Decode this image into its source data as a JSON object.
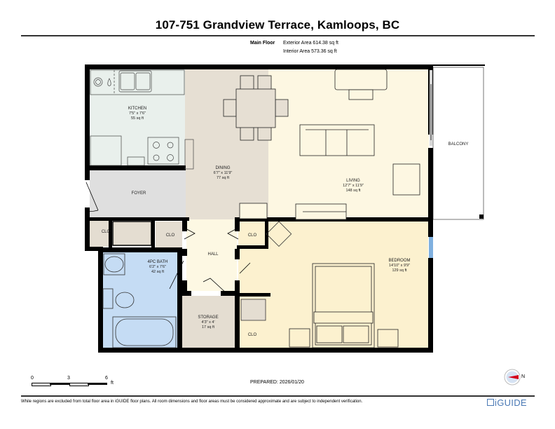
{
  "header": {
    "title": "107-751 Grandview Terrace, Kamloops, BC",
    "floor_name": "Main Floor",
    "exterior_area": "Exterior Area 614.38 sq ft",
    "interior_area": "Interior Area 573.36 sq ft"
  },
  "rooms": [
    {
      "name": "KITCHEN",
      "dims": "7'5\" x 7'6\"",
      "area": "55 sq ft",
      "color": "#e9f0ec"
    },
    {
      "name": "DINING",
      "dims": "6'7\" x 11'9\"",
      "area": "77 sq ft",
      "color": "#e6dfd3"
    },
    {
      "name": "LIVING",
      "dims": "12'7\" x 11'9\"",
      "area": "148 sq ft",
      "color": "#fdf7e2"
    },
    {
      "name": "BALCONY",
      "color": "#ffffff"
    },
    {
      "name": "FOYER",
      "color": "#dfdfdf"
    },
    {
      "name": "CLO",
      "color": "#e4ddd1"
    },
    {
      "name": "CLO",
      "color": "#e4ddd1"
    },
    {
      "name": "CLO",
      "color": "#e4ddd1"
    },
    {
      "name": "CLO",
      "color": "#e4ddd1"
    },
    {
      "name": "HALL",
      "color": "#fdf8e3"
    },
    {
      "name": "4PC BATH",
      "dims": "6'2\" x 7'6\"",
      "area": "42 sq ft",
      "color": "#c5dcf4"
    },
    {
      "name": "STORAGE",
      "dims": "4'3\" x 4'",
      "area": "17 sq ft",
      "color": "#e4ddd1"
    },
    {
      "name": "BEDROOM",
      "dims": "14'10\" x 9'9\"",
      "area": "129 sq ft",
      "color": "#fcf1cf"
    }
  ],
  "scale": {
    "ticks": [
      "0",
      "3",
      "6"
    ],
    "unit": "ft"
  },
  "footer": {
    "prepared": "PREPARED: 2026/01/20",
    "disclaimer": "While regions are excluded from total floor area in iGUIDE floor plans. All room dimensions and floor areas must be considered approximate and are subject to independent verification.",
    "brand": "iGUIDE",
    "compass_label": "N"
  },
  "colors": {
    "wall": "#000000",
    "brand": "#4a79b5",
    "compass_red": "#d4001a"
  }
}
